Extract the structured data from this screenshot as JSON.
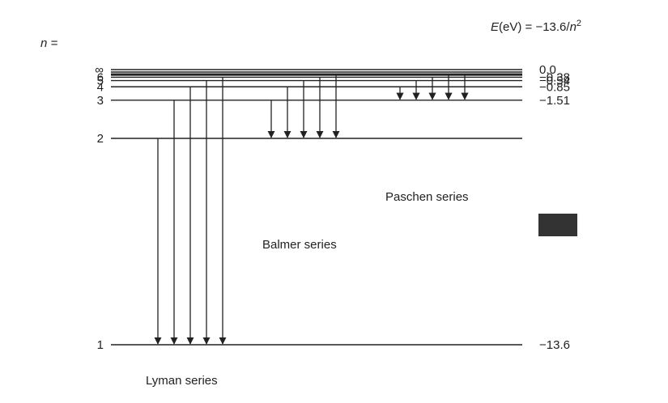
{
  "formula": {
    "lhs_italic": "E",
    "lhs_rest": "(eV) = −13.6/",
    "n_italic": "n",
    "exp": "2"
  },
  "n_axis_label": "n =",
  "levels": [
    {
      "n_label": "∞",
      "energy": "0.0"
    },
    {
      "n_label": "6",
      "energy": "−0.38"
    },
    {
      "n_label": "5",
      "energy": "−0.54"
    },
    {
      "n_label": "4",
      "energy": "−0.85"
    },
    {
      "n_label": "3",
      "energy": "−1.51"
    },
    {
      "n_label": "2",
      "energy": ""
    },
    {
      "n_label": "1",
      "energy": "−13.6"
    }
  ],
  "series": [
    {
      "name": "Lyman series",
      "final_n": 1,
      "initial_n": [
        2,
        3,
        4,
        5,
        6
      ]
    },
    {
      "name": "Balmer series",
      "final_n": 2,
      "initial_n": [
        3,
        4,
        5,
        6,
        7
      ]
    },
    {
      "name": "Paschen series",
      "final_n": 3,
      "initial_n": [
        4,
        5,
        6,
        7,
        8
      ]
    }
  ],
  "colors": {
    "line": "#222222",
    "redaction_box": "#333333"
  }
}
